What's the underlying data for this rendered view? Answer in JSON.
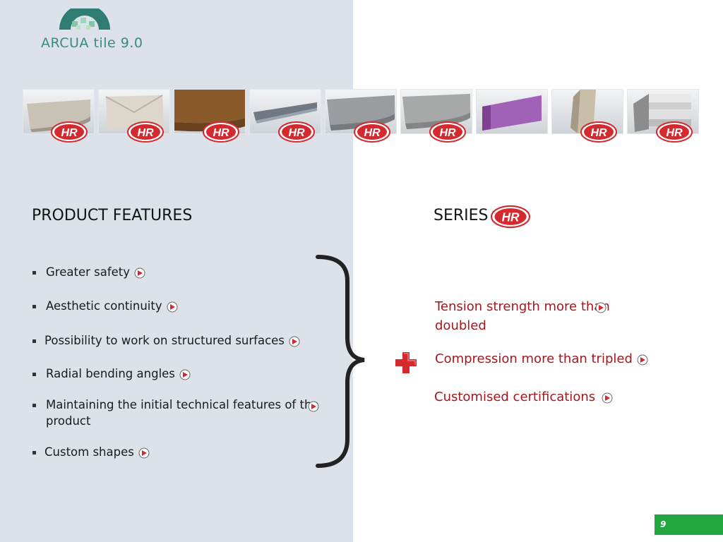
{
  "logo": {
    "text": "ARCUA tile 9.0",
    "color": "#3c8a7c"
  },
  "products": {
    "badge_text": "HR",
    "items": [
      "tile-profile-1",
      "tile-profile-2",
      "tile-profile-wood",
      "tile-profile-steel",
      "tile-profile-granite",
      "tile-profile-stone",
      "tile-profile-purple",
      "tile-profile-column",
      "tile-profile-stack"
    ]
  },
  "left": {
    "heading": "PRODUCT FEATURES",
    "features": [
      "Greater safety",
      "Aesthetic continuity",
      "Possibility to work on structured surfaces",
      "Radial bending angles",
      "Maintaining the initial technical features of the product",
      "Custom shapes"
    ]
  },
  "right": {
    "heading": "SERIES",
    "badge_text": "HR",
    "benefits": [
      "Tension strength more than doubled",
      "Compression more than tripled",
      "Customised certifications"
    ]
  },
  "colors": {
    "accent_red": "#d42a2f",
    "benefit_text": "#a6161d",
    "panel_bg": "#dde2ea",
    "page_box": "#22a63e"
  },
  "page": {
    "number": "9"
  }
}
